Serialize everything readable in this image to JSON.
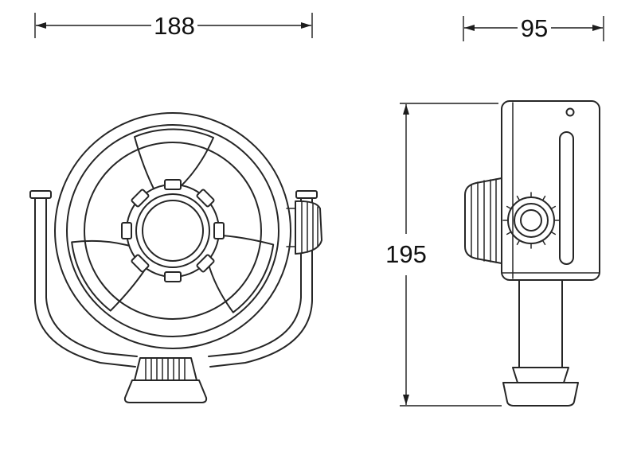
{
  "dimensions": {
    "front_width": "188",
    "side_width": "95",
    "side_height": "195"
  },
  "colors": {
    "line": "#262626",
    "background": "#ffffff"
  }
}
